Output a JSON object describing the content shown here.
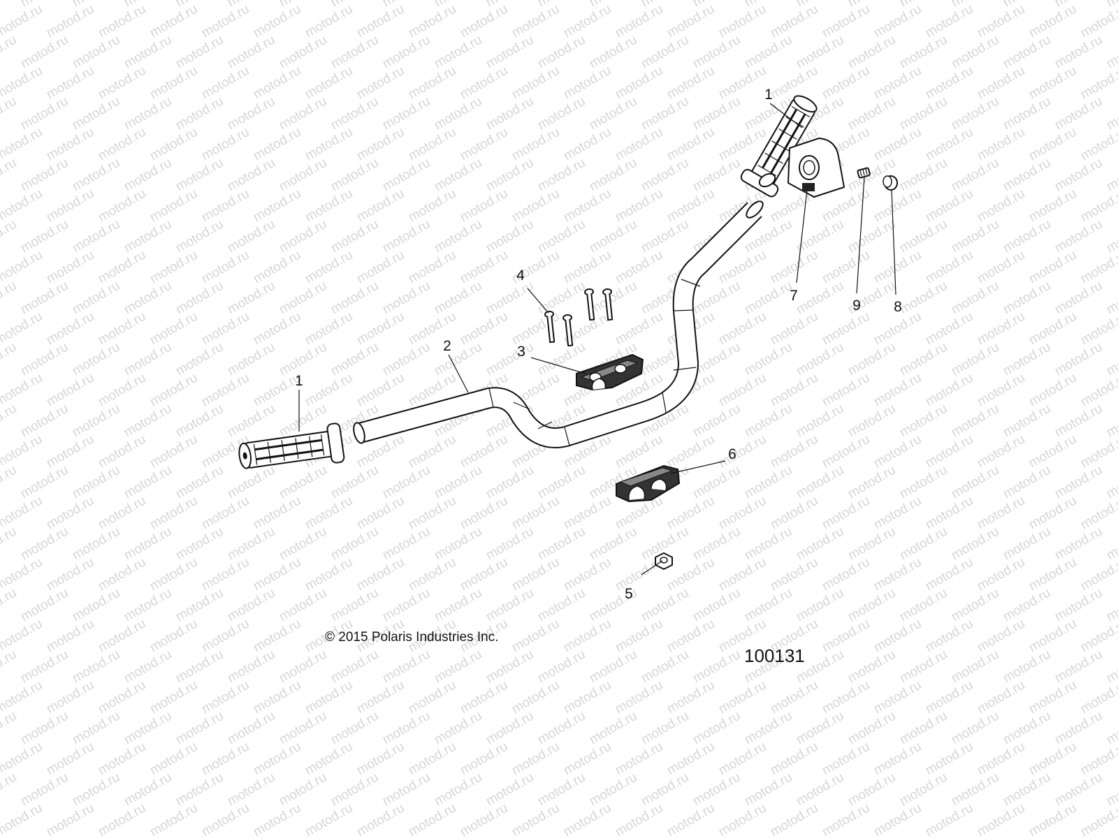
{
  "watermark": {
    "text": "motod.ru",
    "color": "#d6d6d6"
  },
  "copyright": "© 2015 Polaris Industries Inc.",
  "drawing_number": "100131",
  "callouts": [
    {
      "id": "grip-right",
      "label": "1"
    },
    {
      "id": "grip-left",
      "label": "1"
    },
    {
      "id": "handlebar",
      "label": "2"
    },
    {
      "id": "clamp-upper",
      "label": "3"
    },
    {
      "id": "bolts",
      "label": "4"
    },
    {
      "id": "nut",
      "label": "5"
    },
    {
      "id": "clamp-lower",
      "label": "6"
    },
    {
      "id": "throttle-block",
      "label": "7"
    },
    {
      "id": "plug",
      "label": "8"
    },
    {
      "id": "screw",
      "label": "9"
    }
  ]
}
